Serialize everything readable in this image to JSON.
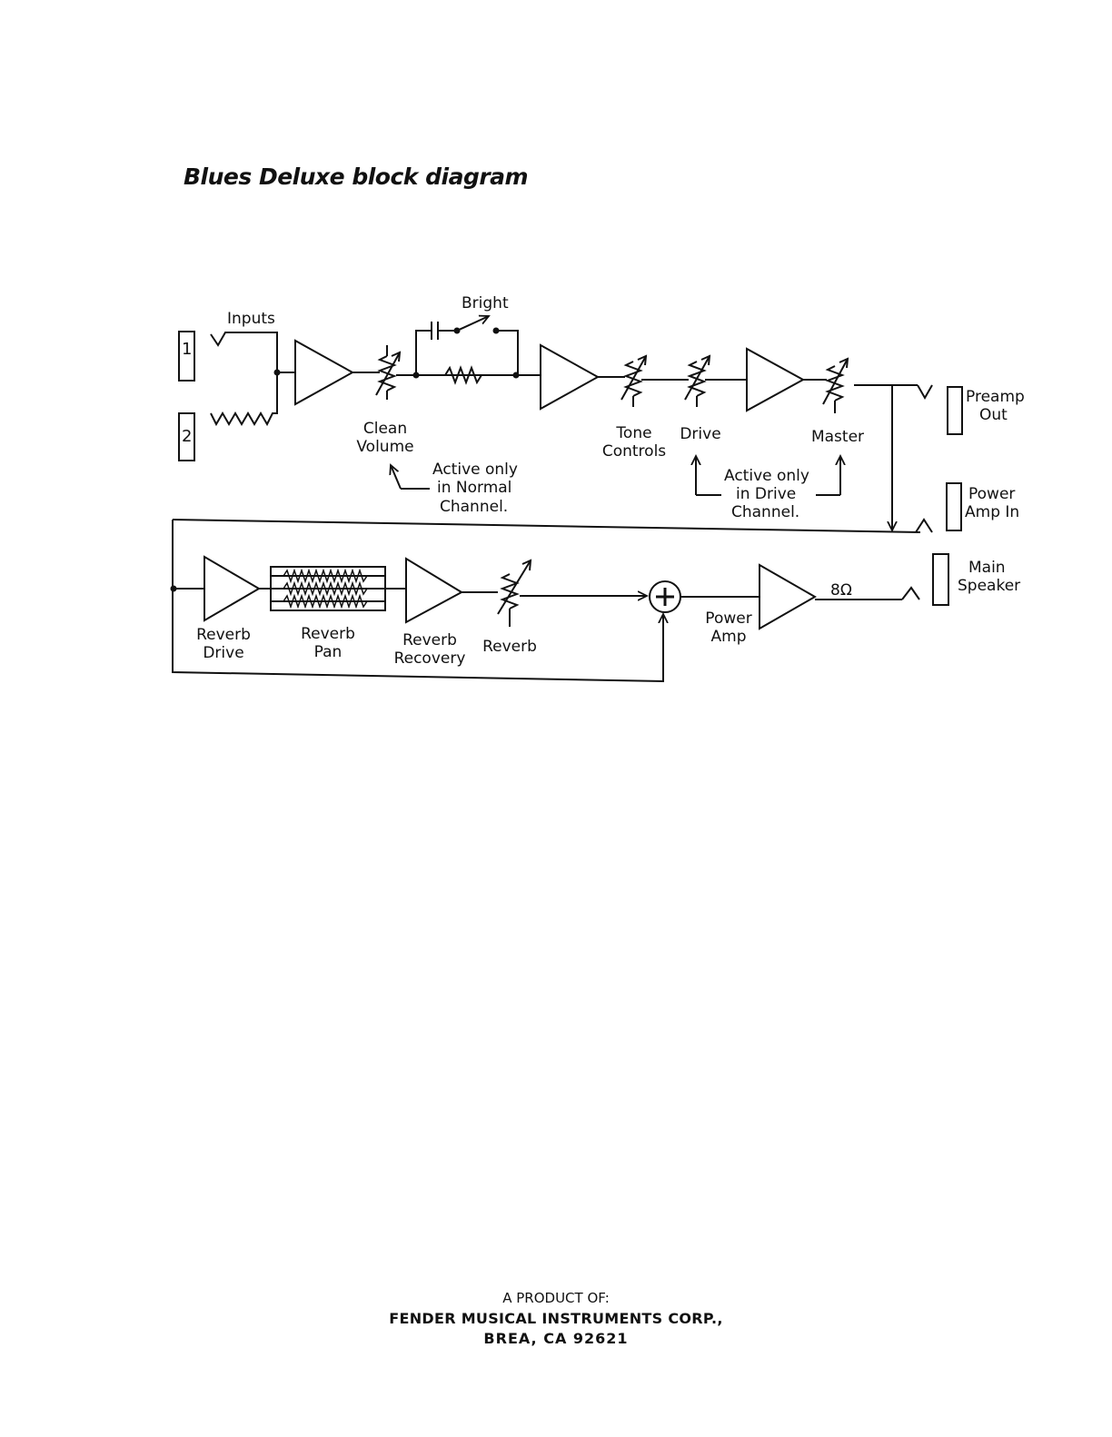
{
  "title": "Blues Deluxe block diagram",
  "labels": {
    "inputs": "Inputs",
    "input1": "1",
    "input2": "2",
    "bright": "Bright",
    "clean1": "Clean",
    "clean2": "Volume",
    "tone1": "Tone",
    "tone2": "Controls",
    "drive": "Drive",
    "master": "Master",
    "preamp1": "Preamp",
    "preamp2": "Out",
    "poweramp_in1": "Power",
    "poweramp_in2": "Amp In",
    "main1": "Main",
    "main2": "Speaker",
    "normal1": "Active only",
    "normal2": "in Normal",
    "normal3": "Channel.",
    "drivech1": "Active only",
    "drivech2": "in Drive",
    "drivech3": "Channel.",
    "rdrive1": "Reverb",
    "rdrive2": "Drive",
    "rpan1": "Reverb",
    "rpan2": "Pan",
    "rrec1": "Reverb",
    "rrec2": "Recovery",
    "reverb": "Reverb",
    "power1": "Power",
    "power2": "Amp",
    "ohm": "8Ω"
  },
  "footer": {
    "line1": "A PRODUCT OF:",
    "line2": "FENDER MUSICAL INSTRUMENTS CORP.,",
    "line3": "BREA,  CA 92621"
  }
}
